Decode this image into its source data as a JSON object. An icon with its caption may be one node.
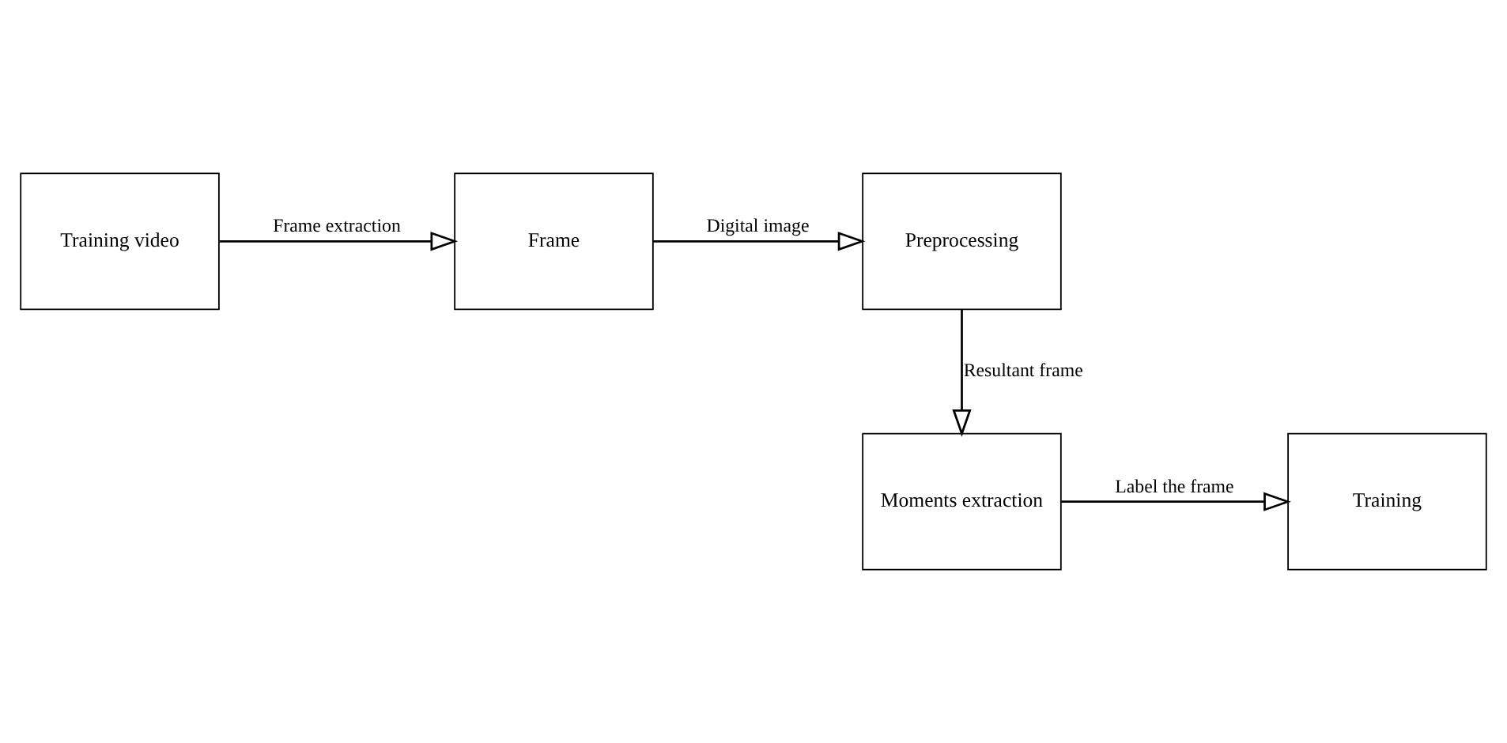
{
  "diagram": {
    "nodes": [
      {
        "text": [
          "Training video"
        ]
      },
      {
        "text": [
          "Frame"
        ]
      },
      {
        "text": [
          "Preprocessing"
        ]
      },
      {
        "text": [
          "Moments extraction"
        ]
      },
      {
        "text": [
          "Training"
        ]
      }
    ],
    "edges": [
      {
        "from": 0,
        "to": 1,
        "arrow": "to",
        "label": "Frame extraction"
      },
      {
        "from": 1,
        "to": 2,
        "arrow": "to",
        "label": "Digital image"
      },
      {
        "from": 2,
        "to": 3,
        "arrow": "to",
        "label": "Resultant frame"
      },
      {
        "from": 3,
        "to": 4,
        "arrow": "to",
        "label": "Label the frame"
      }
    ]
  }
}
